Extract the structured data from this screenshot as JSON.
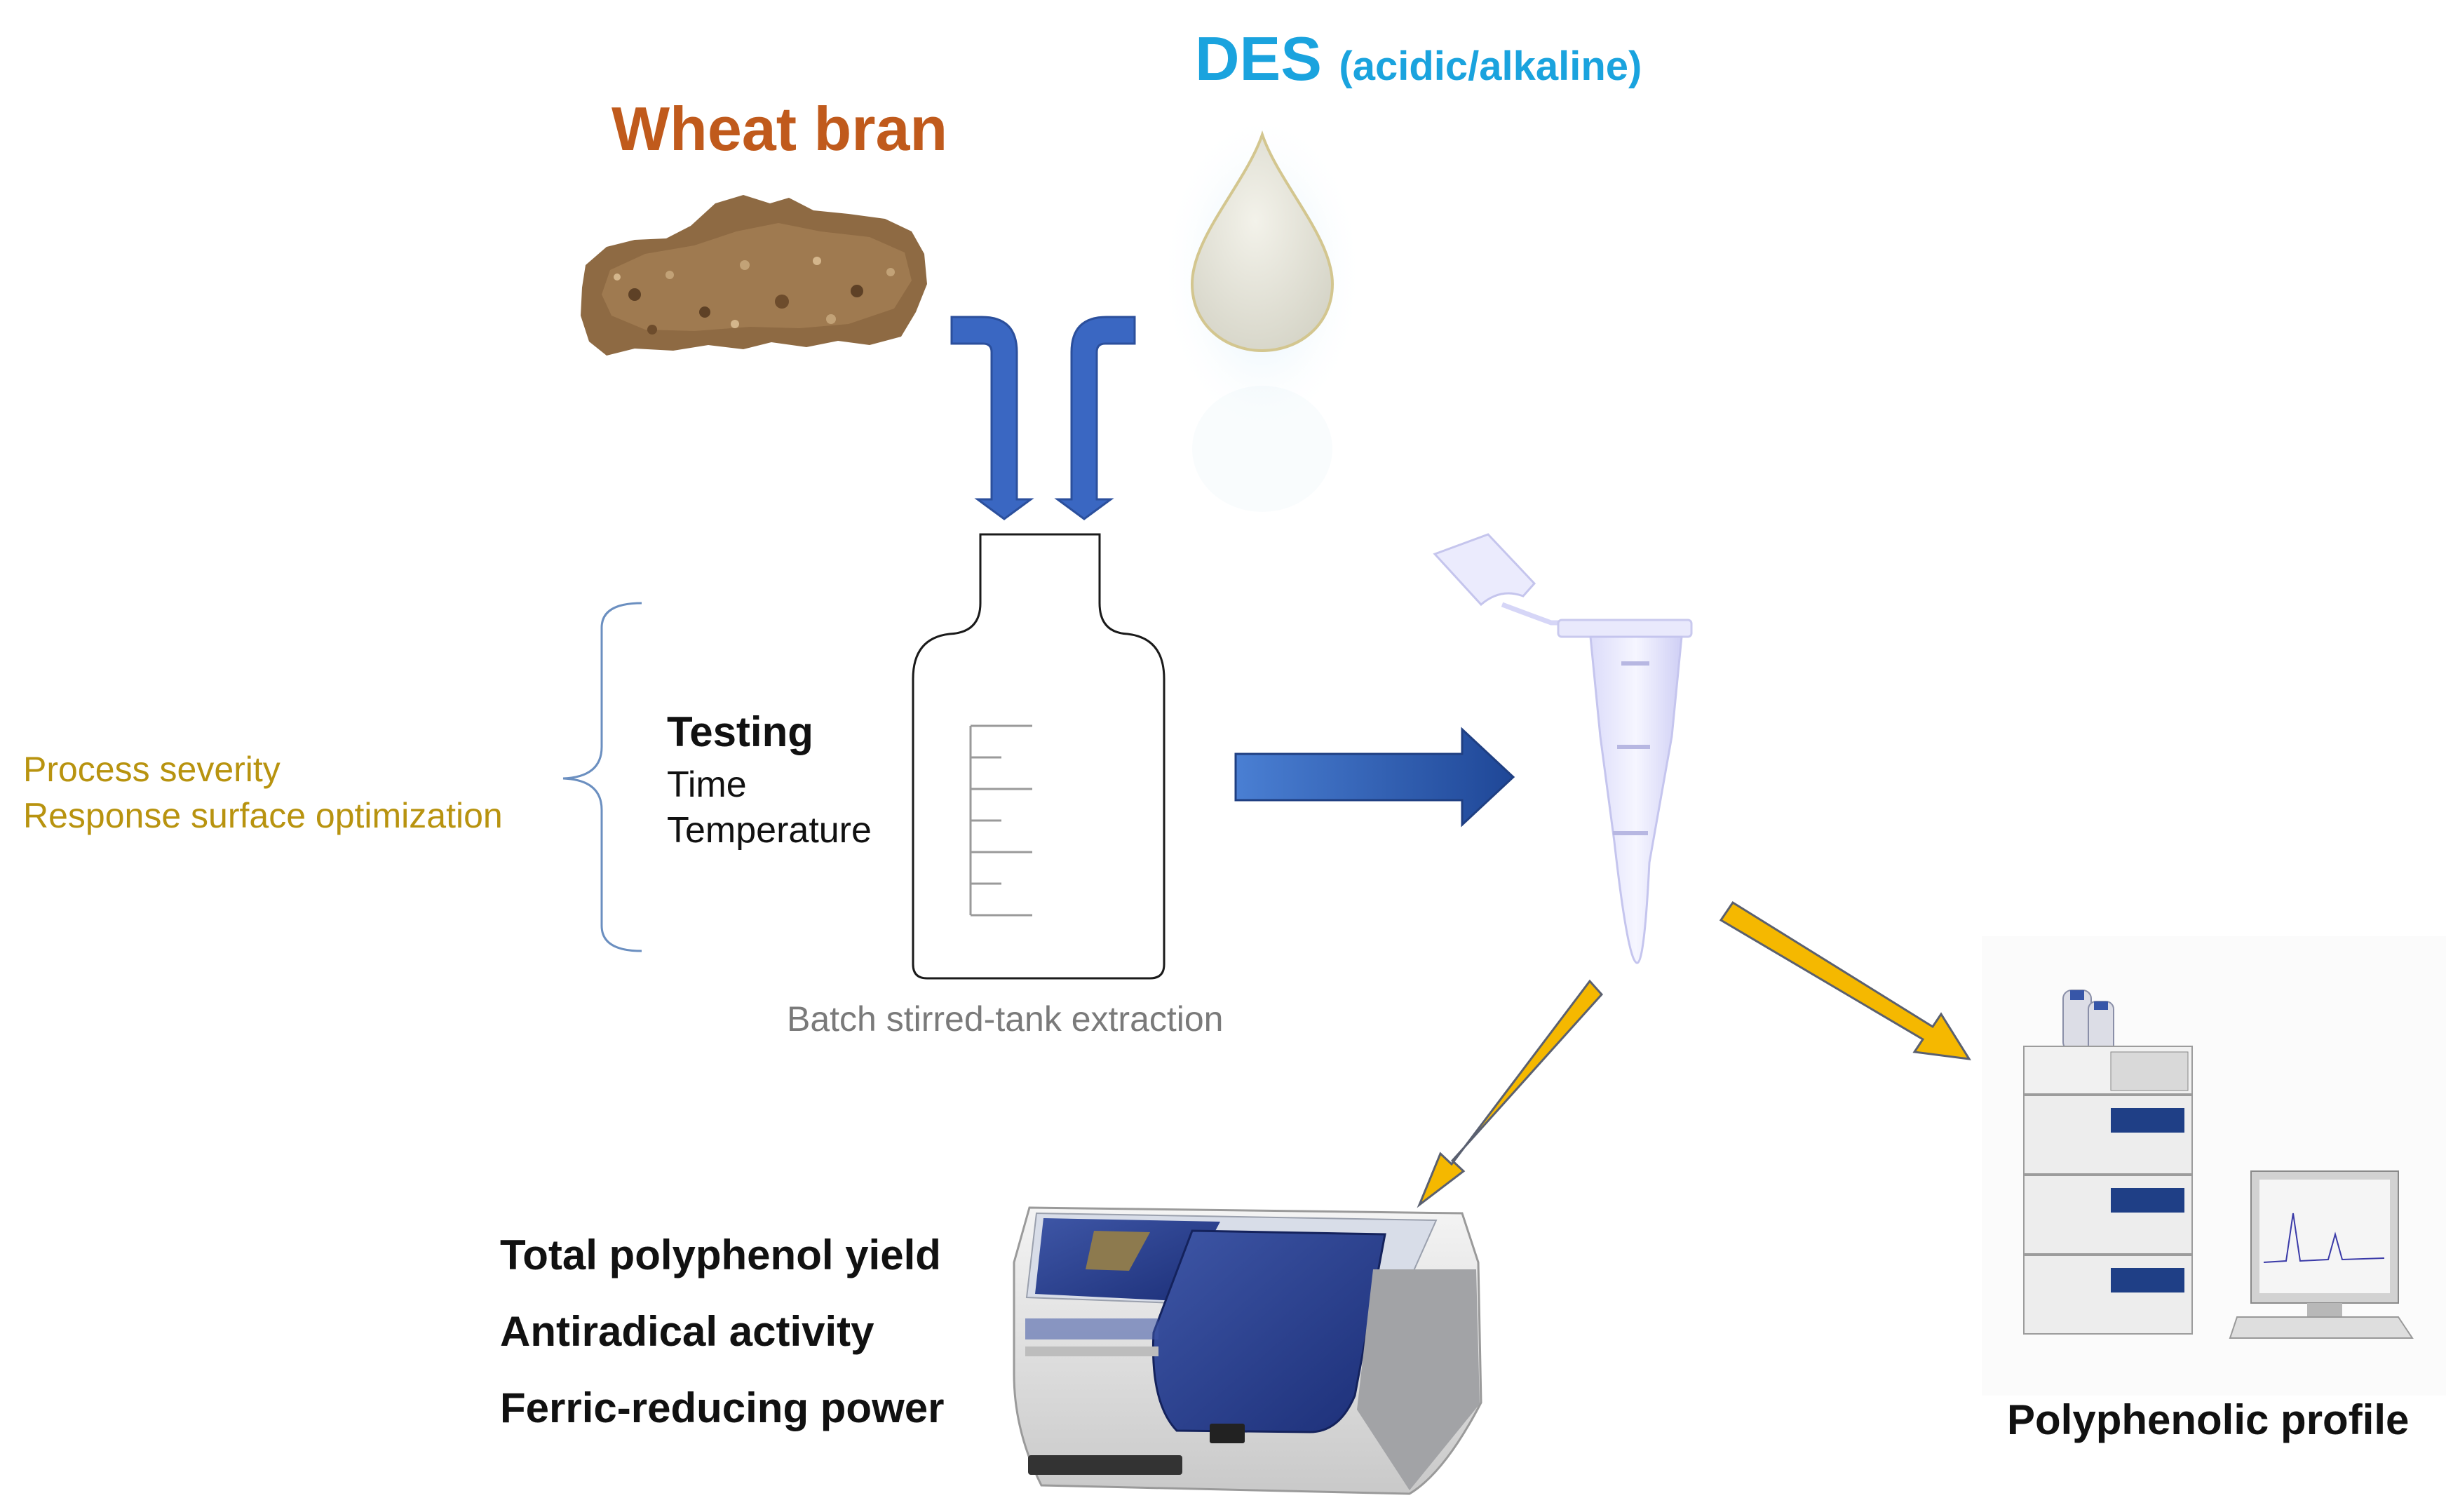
{
  "title_wheat": "Wheat bran",
  "title_des_main": "DES",
  "title_des_sub": "(acidic/alkaline)",
  "testing": {
    "heading": "Testing",
    "items": [
      "Time",
      "Temperature"
    ]
  },
  "brace_labels": [
    "Process severity",
    "Response surface optimization"
  ],
  "vessel_caption": "Batch stirred-tank extraction",
  "assays": [
    "Total polyphenol yield",
    "Antiradical activity",
    "Ferric-reducing power"
  ],
  "hplc_caption": "Polyphenolic profile",
  "colors": {
    "wheat_title": "#c05a1c",
    "des_title": "#1aa3de",
    "brace_text": "#b8930f",
    "caption_gray": "#7a7a7a",
    "black_text": "#111111",
    "blue_arrow": "#3a67c2",
    "yellow_arrow": "#f5b800",
    "arrow_outline": "#5a6070"
  }
}
